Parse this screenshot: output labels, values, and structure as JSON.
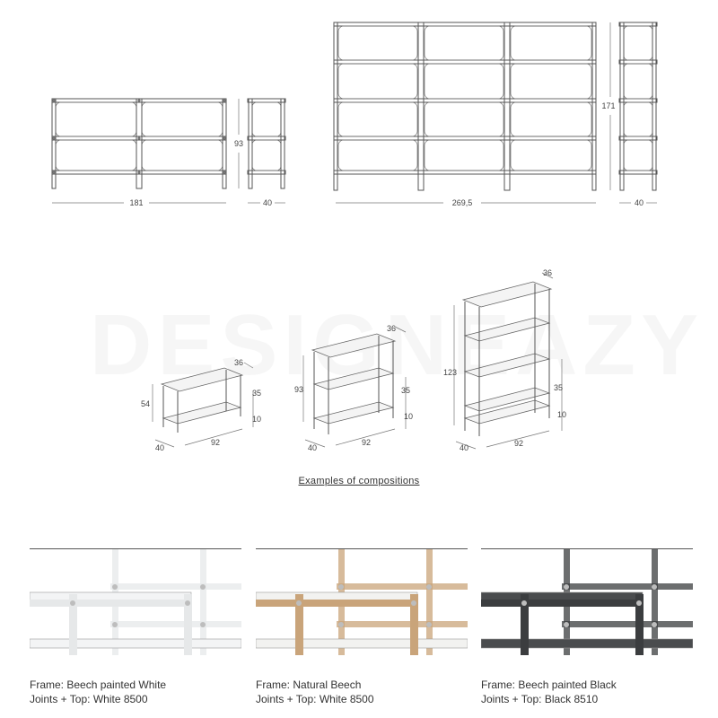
{
  "watermark": "DESIGNEAZY",
  "top_row": {
    "unit_wide": {
      "width": "181",
      "height": "93",
      "depth": "40"
    },
    "unit_tall": {
      "width": "269,5",
      "height": "171",
      "depth": "40"
    }
  },
  "compositions": [
    {
      "height": "54",
      "width": "92",
      "depth": "40",
      "top_depth": "36",
      "shelf_gap": "35",
      "foot": "10"
    },
    {
      "height": "93",
      "width": "92",
      "depth": "40",
      "top_depth": "36",
      "shelf_gap": "35",
      "foot": "10"
    },
    {
      "height": "123",
      "width": "92",
      "depth": "40",
      "top_depth": "36",
      "shelf_gap": "35",
      "foot": "10"
    }
  ],
  "caption": "Examples of compositions",
  "finishes": [
    {
      "line1": "Frame: Beech painted White",
      "line2": "Joints + Top: White 8500",
      "frame_color": "#e6e8e9",
      "shelf_color": "#f3f4f5",
      "bg": "#ffffff"
    },
    {
      "line1": "Frame: Natural Beech",
      "line2": "Joints + Top: White 8500",
      "frame_color": "#c9a47a",
      "shelf_color": "#f2f2f0",
      "bg": "#ffffff"
    },
    {
      "line1": "Frame: Beech painted Black",
      "line2": "Joints + Top: Black 8510",
      "frame_color": "#3b3d3f",
      "shelf_color": "#4a4c4e",
      "bg": "#ffffff"
    }
  ]
}
